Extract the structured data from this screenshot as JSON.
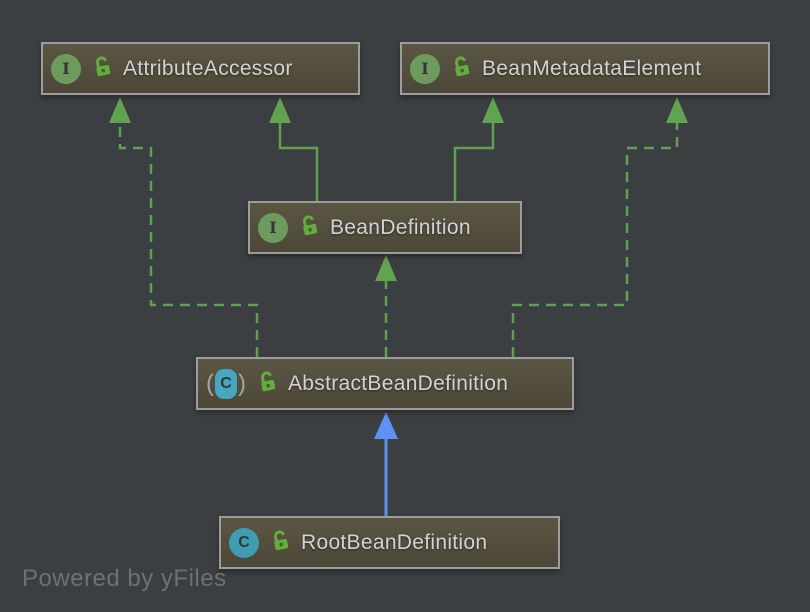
{
  "diagram": {
    "watermark": "Powered by yFiles",
    "icon_letters": {
      "interface": "I",
      "class": "C"
    },
    "colors": {
      "background": "#3c3f41",
      "node_fill_top": "#5b5544",
      "node_fill_bottom": "#4d4737",
      "node_border": "#9c9d9e",
      "node_label": "#d2d3d4",
      "edge_green": "#60a04e",
      "edge_blue": "#5c92f2",
      "interface_icon_green": "#6d9b5e",
      "class_icon_teal": "#3f9db2",
      "lock_icon_green": "#63ad3e",
      "watermark_gray": "#6e7173"
    },
    "nodes": [
      {
        "id": "attribute-accessor",
        "label": "AttributeAccessor",
        "kind": "interface",
        "visibility": "public"
      },
      {
        "id": "bean-metadata-element",
        "label": "BeanMetadataElement",
        "kind": "interface",
        "visibility": "public"
      },
      {
        "id": "bean-definition",
        "label": "BeanDefinition",
        "kind": "interface",
        "visibility": "public"
      },
      {
        "id": "abstract-bean-definition",
        "label": "AbstractBeanDefinition",
        "kind": "abstract-class",
        "visibility": "public"
      },
      {
        "id": "root-bean-definition",
        "label": "RootBeanDefinition",
        "kind": "class",
        "visibility": "public"
      }
    ],
    "edges": [
      {
        "from": "BeanDefinition",
        "to": "AttributeAccessor",
        "relation": "extends",
        "line": "solid",
        "color": "green"
      },
      {
        "from": "BeanDefinition",
        "to": "BeanMetadataElement",
        "relation": "extends",
        "line": "solid",
        "color": "green"
      },
      {
        "from": "AbstractBeanDefinition",
        "to": "AttributeAccessor",
        "relation": "implements",
        "line": "dashed",
        "color": "green"
      },
      {
        "from": "AbstractBeanDefinition",
        "to": "BeanMetadataElement",
        "relation": "implements",
        "line": "dashed",
        "color": "green"
      },
      {
        "from": "AbstractBeanDefinition",
        "to": "BeanDefinition",
        "relation": "implements",
        "line": "dashed",
        "color": "green"
      },
      {
        "from": "RootBeanDefinition",
        "to": "AbstractBeanDefinition",
        "relation": "extends",
        "line": "solid",
        "color": "blue"
      }
    ]
  }
}
